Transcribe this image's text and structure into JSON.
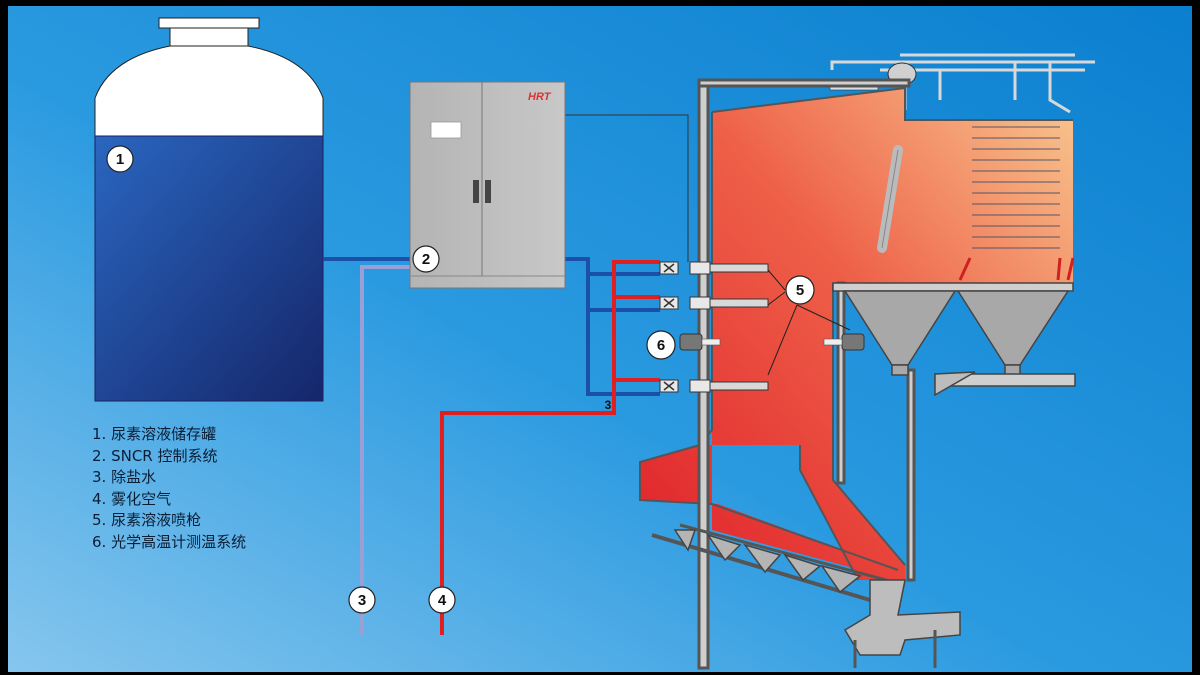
{
  "legend": [
    {
      "text": "1. 尿素溶液储存罐"
    },
    {
      "text": "2. SNCR 控制系统"
    },
    {
      "text": "3. 除盐水"
    },
    {
      "text": "4. 雾化空气"
    },
    {
      "text": "5. 尿素溶液喷枪"
    },
    {
      "text": "6. 光学高温计测温系统"
    }
  ],
  "markers": {
    "m1": "1",
    "m2": "2",
    "m3": "3",
    "m4": "4",
    "m5": "5",
    "m6": "6",
    "junction3": "3"
  },
  "cabinet": {
    "brand": "HRT"
  },
  "colors": {
    "background_light": "#8cc8ee",
    "background_dark": "#0d80cf",
    "tank_top": "#2350a8",
    "tank_bottom": "#1a2a6a",
    "pipe_water": "#1b4fa8",
    "pipe_demin": "#9aa0d6",
    "pipe_air": "#e02020",
    "furnace_hot": "#e84030",
    "furnace_warm": "#f8c080"
  }
}
